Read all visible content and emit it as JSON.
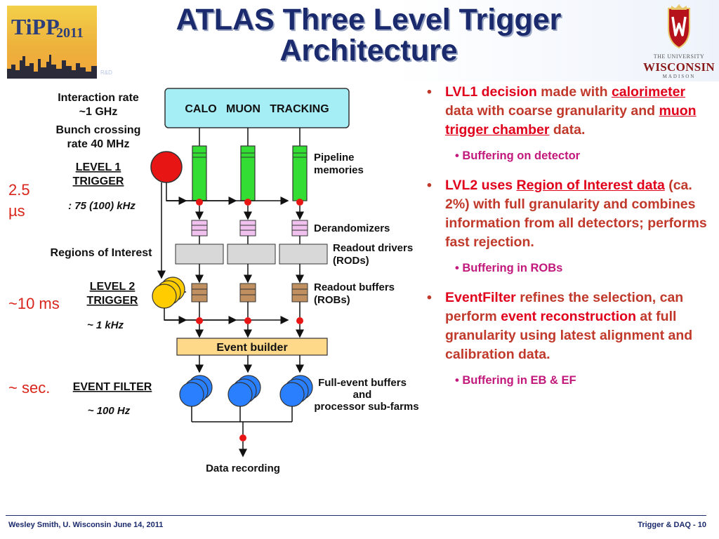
{
  "header": {
    "title_line1": "ATLAS Three Level Trigger",
    "title_line2": "Architecture",
    "logo_left": {
      "text_main": "TiPP",
      "text_year": "2011",
      "subtext": "R&D"
    },
    "logo_right": {
      "line1": "THE UNIVERSITY",
      "line2": "WISCONSIN",
      "line3": "MADISON"
    }
  },
  "diagram": {
    "detector_box": "CALO   MUON   TRACKING",
    "left_labels": {
      "interaction_rate": [
        "Interaction rate",
        "~1 GHz"
      ],
      "bunch_crossing": [
        "Bunch crossing",
        "rate 40 MHz"
      ],
      "level1": [
        "LEVEL 1",
        "TRIGGER"
      ],
      "level1_rate": ": 75 (100) kHz",
      "roi": "Regions of Interest",
      "level2": [
        "LEVEL 2",
        "TRIGGER"
      ],
      "level2_rate": "~ 1 kHz",
      "event_filter": "EVENT FILTER",
      "ef_rate": "~ 100 Hz"
    },
    "right_labels": {
      "pipeline": [
        "Pipeline",
        "memories"
      ],
      "derandomizers": "Derandomizers",
      "rods": [
        "Readout drivers",
        "(RODs)"
      ],
      "robs": [
        "Readout buffers",
        "(ROBs)"
      ],
      "full_event": [
        "Full-event buffers",
        "and",
        "processor sub-farms"
      ]
    },
    "event_builder": "Event builder",
    "data_recording": "Data recording",
    "colors": {
      "detector": "#a6eef5",
      "pipeline": "#33dd33",
      "derandomizer": "#f0c0ee",
      "rod": "#d8d8d8",
      "rob": "#c09060",
      "event_builder": "#ffd98a",
      "level1": "#e81515",
      "level2": "#ffcc00",
      "ef": "#2a7fff",
      "arrow_dot": "#e81515"
    }
  },
  "timing": {
    "t1": "2.5",
    "t1b": "µs",
    "t2": "~10 ms",
    "t3": "~ sec."
  },
  "bullets": [
    {
      "parts": [
        {
          "text": "LVL1 decision",
          "cls": "hl"
        },
        {
          "text": " made with ",
          "cls": ""
        },
        {
          "text": "calorimeter",
          "cls": "hl ul"
        },
        {
          "text": " data with coarse granularity and ",
          "cls": ""
        },
        {
          "text": "muon trigger chamber",
          "cls": "hl ul"
        },
        {
          "text": " data.",
          "cls": ""
        }
      ],
      "sub": "Buffering on detector"
    },
    {
      "parts": [
        {
          "text": "LVL2 uses ",
          "cls": "hl"
        },
        {
          "text": "Region of Interest data",
          "cls": "hl ul"
        },
        {
          "text": " (ca. 2%) with full granularity and combines information from all detectors; performs fast rejection.",
          "cls": ""
        }
      ],
      "sub": "Buffering in ROBs"
    },
    {
      "parts": [
        {
          "text": "EventFilter",
          "cls": "hl"
        },
        {
          "text": " refines the selection, can perform ",
          "cls": ""
        },
        {
          "text": "event reconstruction",
          "cls": "hl"
        },
        {
          "text": " at full granularity using latest alignment and calibration data.",
          "cls": ""
        }
      ],
      "sub": "Buffering in EB & EF"
    }
  ],
  "footer": {
    "left": "Wesley Smith, U. Wisconsin June 14, 2011",
    "right": "Trigger & DAQ -  10"
  }
}
